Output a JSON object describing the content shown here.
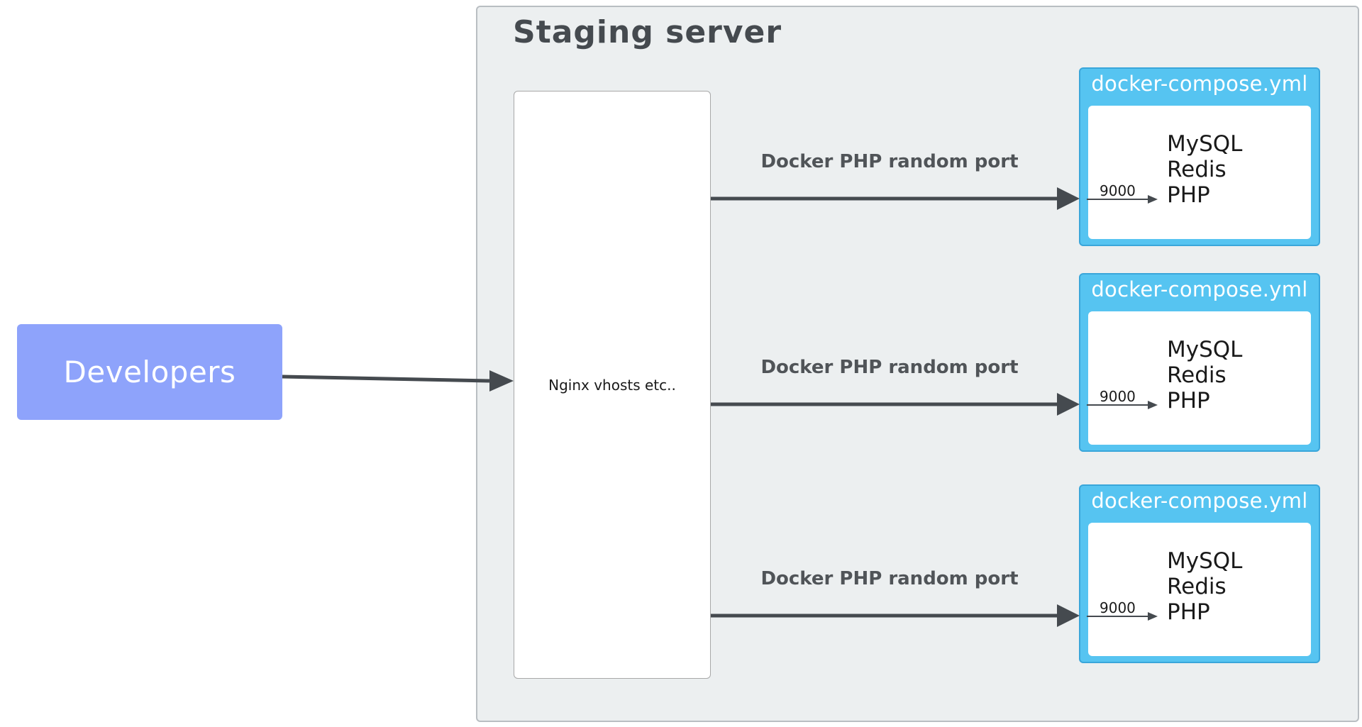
{
  "developers": {
    "label": "Developers"
  },
  "server": {
    "title": "Staging server"
  },
  "nginx": {
    "label": "Nginx vhosts etc.."
  },
  "links": [
    {
      "label": "Docker PHP random port"
    },
    {
      "label": "Docker PHP random port"
    },
    {
      "label": "Docker PHP random port"
    }
  ],
  "composes": [
    {
      "title": "docker-compose.yml",
      "services": [
        "MySQL",
        "Redis",
        "PHP"
      ],
      "port": "9000"
    },
    {
      "title": "docker-compose.yml",
      "services": [
        "MySQL",
        "Redis",
        "PHP"
      ],
      "port": "9000"
    },
    {
      "title": "docker-compose.yml",
      "services": [
        "MySQL",
        "Redis",
        "PHP"
      ],
      "port": "9000"
    }
  ],
  "colors": {
    "developers": "#8ea3fb",
    "server_bg": "#eceff0",
    "compose": "#56c4f1",
    "arrow": "#454a4f"
  }
}
